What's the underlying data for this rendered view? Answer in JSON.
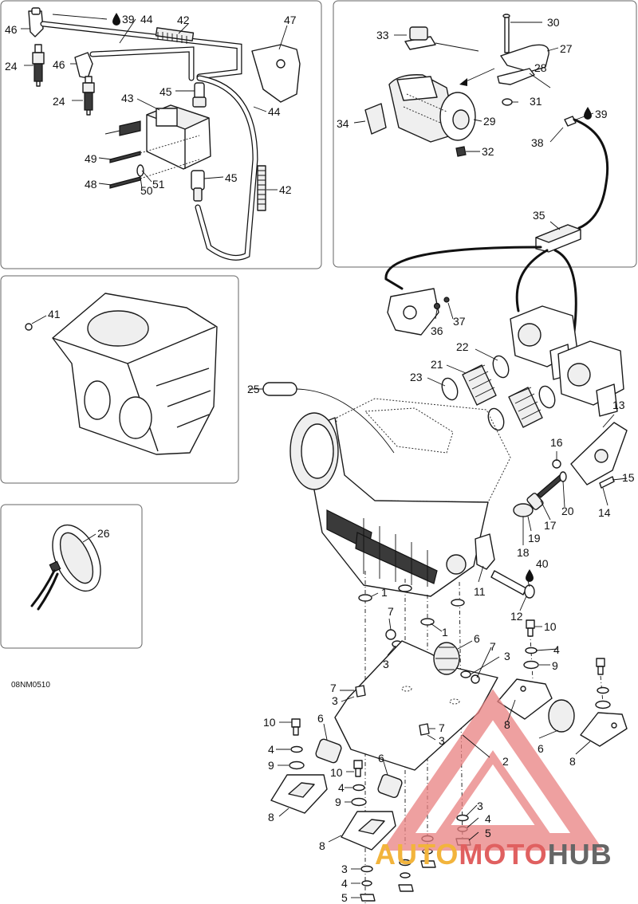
{
  "diagram_code": "08NM0510",
  "callouts": {
    "c46a": "46",
    "c39a": "39",
    "c44a": "44",
    "c42a": "42",
    "c47": "47",
    "c24a": "24",
    "c46b": "46",
    "c24b": "24",
    "c45a": "45",
    "c43": "43",
    "c44b": "44",
    "c49": "49",
    "c48": "48",
    "c50": "50",
    "c51": "51",
    "c45b": "45",
    "c42b": "42",
    "c30": "30",
    "c33": "33",
    "c27": "27",
    "c28": "28",
    "c31": "31",
    "c29": "29",
    "c34": "34",
    "c32": "32",
    "c39b": "39",
    "c38": "38",
    "c35": "35",
    "c41": "41",
    "c26": "26",
    "c36": "36",
    "c37": "37",
    "c22": "22",
    "c21": "21",
    "c23": "23",
    "c25": "25",
    "c13": "13",
    "c16": "16",
    "c15": "15",
    "c14": "14",
    "c20": "20",
    "c17": "17",
    "c19": "19",
    "c18": "18",
    "c11": "11",
    "c40": "40",
    "c12": "12",
    "c1a": "1",
    "c1b": "1",
    "c7a": "7",
    "c3a": "3",
    "c6a": "6",
    "c7b": "7",
    "c3b": "3",
    "c10a": "10",
    "c4a": "4",
    "c9a": "9",
    "c8a": "8",
    "c7c": "7",
    "c3c": "3",
    "c10b": "10",
    "c4b": "4",
    "c9b": "9",
    "c6b": "6",
    "c7d": "7",
    "c3d": "3",
    "c6c": "6",
    "c2": "2",
    "c8b": "8",
    "c10c": "10",
    "c4c": "4",
    "c6d": "6",
    "c9c": "9",
    "c8c": "8",
    "c8d": "8",
    "c3e": "3",
    "c4d": "4",
    "c5a": "5",
    "c3f": "3",
    "c4e": "4",
    "c5b": "5"
  },
  "watermark": {
    "part1": "AUTO",
    "part2": "MOTO",
    "part3": "HUB",
    "color_auto": "#f2b43c",
    "color_moto": "#e06060",
    "color_hub": "#666666"
  }
}
